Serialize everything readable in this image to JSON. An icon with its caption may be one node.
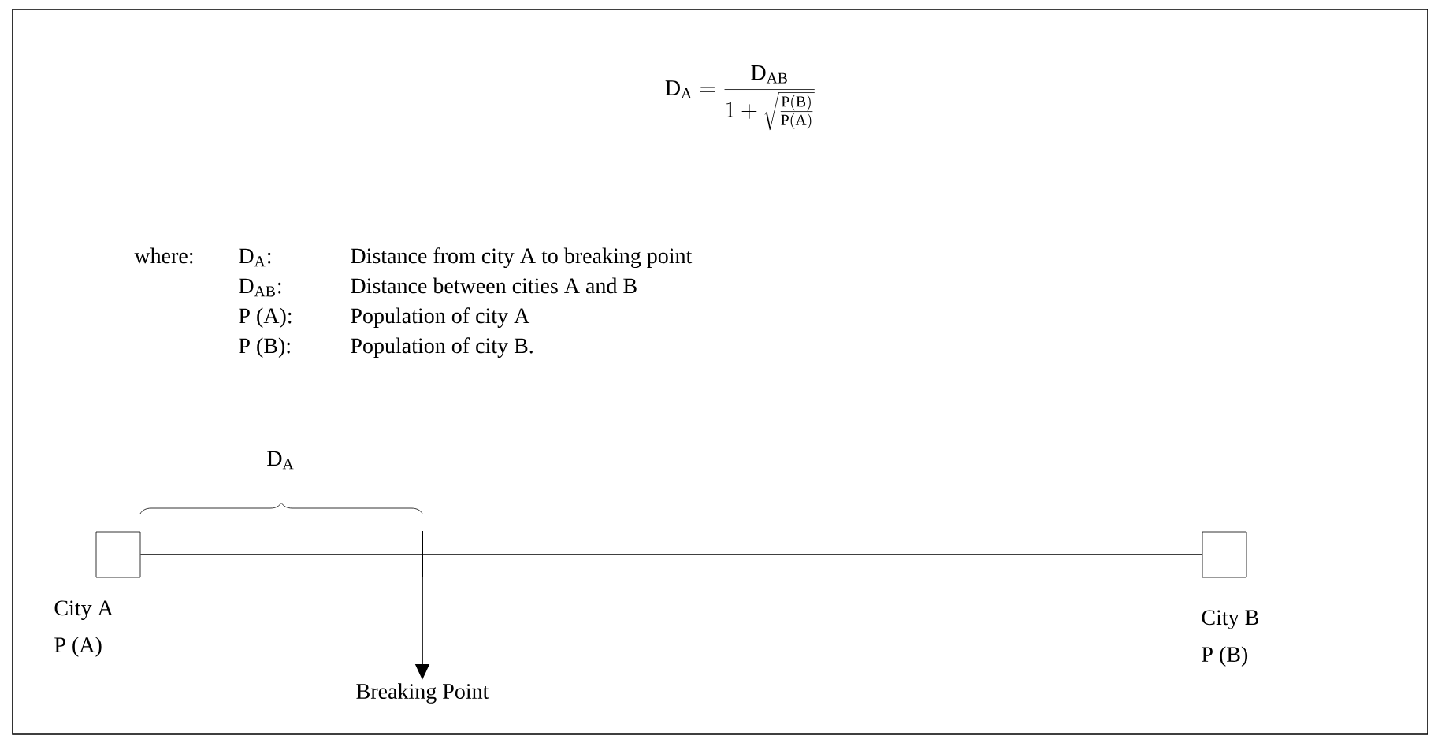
{
  "diagram": {
    "nodes": [
      {
        "text": [],
        "shape": "box",
        "beside": [
          "City A",
          "P (A)"
        ]
      },
      {
        "text": [],
        "shape": "box",
        "beside": [
          "City B",
          "P (B)"
        ]
      },
      {
        "text": [
          "Breaking Point"
        ]
      }
    ],
    "edges": [
      {
        "from": 0,
        "to": 1,
        "arrow": "none"
      },
      {
        "from": null,
        "to": 2,
        "arrow": "to"
      }
    ],
    "labels": [
      "\\mathrm{D_{A}} = \\frac{\\mathrm{D_{AB}}}{1+\\sqrt{\\frac{\\mathrm{P(B)}}{\\mathrm{P(A)}}}}",
      "where:",
      "D$_{A}$:",
      "Distance from city A to breaking point",
      "D$_{AB}$:",
      "Distance between cities A and B",
      "P (A):",
      "Population of city A",
      "P (B):",
      "Population of city B.",
      "D$_{A}$"
    ]
  }
}
